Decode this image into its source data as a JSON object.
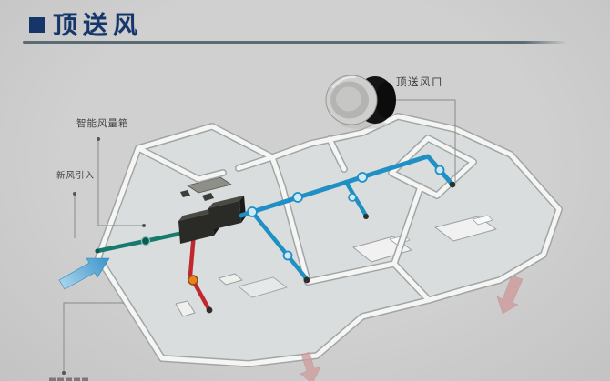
{
  "title": {
    "text": "顶送风"
  },
  "labels": {
    "smart_volume_box": "智能风量箱",
    "fresh_air_intake": "新风引入",
    "ceiling_supply_outlet": "顶送风口"
  },
  "diagram": {
    "colors": {
      "background": "#cbcbcb",
      "title_navy": "#16366b",
      "underline_slate": "#5b6b73",
      "supply_duct_blue": "#1f8fc4",
      "duct_connector_light": "#cdeaf6",
      "intake_duct_teal": "#177a6e",
      "intake_connector_dark": "#0e5a50",
      "return_duct_red": "#c1282e",
      "connector_orange": "#e8821e",
      "duct_end_cap": "#2e2e2c",
      "fresh_air_arrow": "#4f9fd1",
      "exhaust_arrow": "#cf9e9e",
      "wall_fill": "#f5f5f3",
      "wall_edge": "#a0a6a6",
      "floor_fill": "#d9dddd",
      "equipment_black": "#2a2a27",
      "label_text": "#3f3f3f",
      "leader_line": "#8a8a8a"
    }
  }
}
